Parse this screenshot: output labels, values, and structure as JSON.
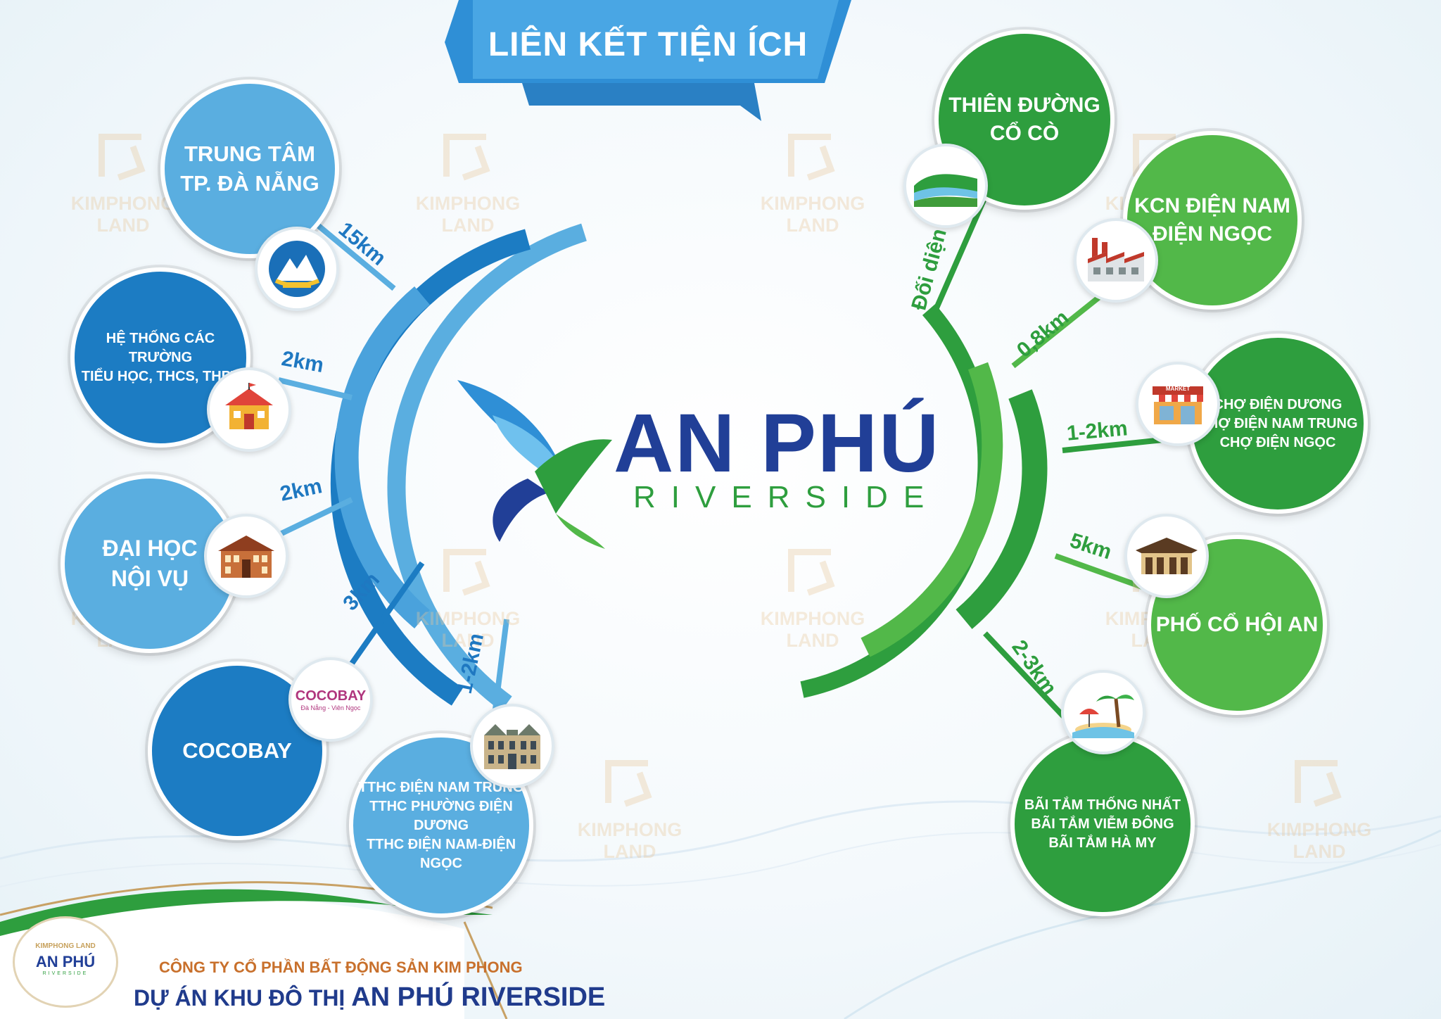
{
  "title": "LIÊN KẾT TIỆN ÍCH",
  "watermark": "KIMPHONG LAND",
  "logo": {
    "name": "AN PHÚ",
    "sub": "RIVERSIDE"
  },
  "left_items": [
    {
      "label": "TRUNG TÂM\nTP. ĐÀ NẴNG",
      "distance": "15km",
      "icon": "da-nang-emblem-icon"
    },
    {
      "label": "HỆ THỐNG CÁC TRƯỜNG\nTIỂU HỌC, THCS, THPT",
      "distance": "2km",
      "icon": "school-icon"
    },
    {
      "label": "ĐẠI HỌC\nNỘI VỤ",
      "distance": "2km",
      "icon": "university-icon"
    },
    {
      "label": "COCOBAY",
      "distance": "3km",
      "icon": "cocobay-logo-icon",
      "icon_text": "COCOBAY",
      "icon_sub": "Đà Nẵng - Viên Ngọc"
    },
    {
      "label": "TTHC ĐIỆN NAM TRUNG\nTTHC PHƯỜNG ĐIỆN DƯƠNG\nTTHC ĐIỆN NAM-ĐIỆN NGỌC",
      "distance": "1-2km",
      "icon": "admin-building-icon"
    }
  ],
  "right_items": [
    {
      "label": "THIÊN ĐƯỜNG\nCỔ CÒ",
      "distance": "Đối diện",
      "icon": "river-icon"
    },
    {
      "label": "KCN ĐIỆN NAM\nĐIỆN NGỌC",
      "distance": "0,8km",
      "icon": "factory-icon"
    },
    {
      "label": "CHỢ ĐIỆN DƯƠNG\nCHỢ ĐIỆN NAM TRUNG\nCHỢ ĐIỆN NGỌC",
      "distance": "1-2km",
      "icon": "market-icon",
      "icon_text": "MARKET"
    },
    {
      "label": "PHỐ CỔ HỘI AN",
      "distance": "5km",
      "icon": "hoi-an-house-icon"
    },
    {
      "label": "BÃI TẮM THỐNG NHẤT\nBÃI TẮM VIỄM ĐÔNG\nBÃI TẮM HÀ MY",
      "distance": "2-3km",
      "icon": "beach-icon"
    }
  ],
  "footer": {
    "company": "CÔNG TY CỔ PHẦN BẤT ĐỘNG SẢN KIM PHONG",
    "project_prefix": "DỰ ÁN KHU ĐÔ THỊ",
    "project_name": "AN PHÚ RIVERSIDE",
    "logo_top": "KIMPHONG LAND",
    "logo_name": "AN PHÚ",
    "logo_sub": "RIVERSIDE"
  },
  "colors": {
    "blue_light": "#5aaee0",
    "blue_dark": "#1c7cc3",
    "green": "#2e9e3e",
    "green_light": "#52b849",
    "navy": "#213f97"
  }
}
